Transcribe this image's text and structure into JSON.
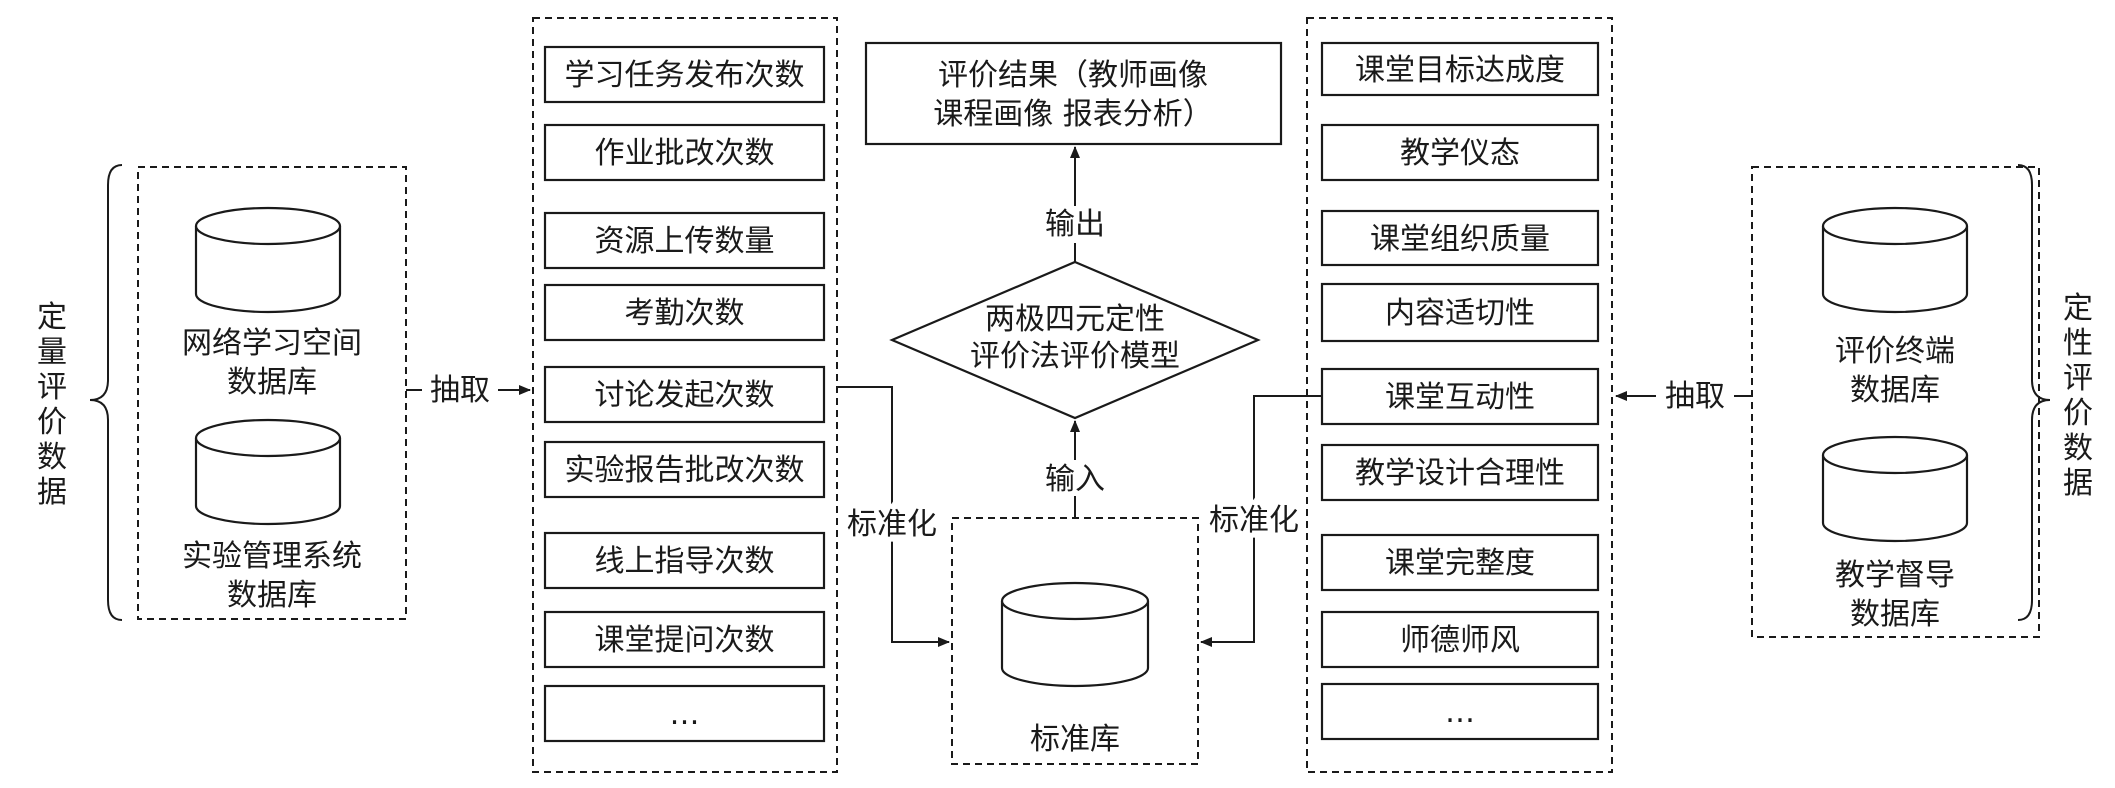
{
  "left_side": {
    "label_chars": [
      "定",
      "量",
      "评",
      "价",
      "数",
      "据"
    ],
    "databases": [
      {
        "lines": [
          "网络学习空间",
          "数据库"
        ]
      },
      {
        "lines": [
          "实验管理系统",
          "数据库"
        ]
      }
    ],
    "extract_label": "抽取"
  },
  "right_side": {
    "label_chars": [
      "定",
      "性",
      "评",
      "价",
      "数",
      "据"
    ],
    "databases": [
      {
        "lines": [
          "评价终端",
          "数据库"
        ]
      },
      {
        "lines": [
          "教学督导",
          "数据库"
        ]
      }
    ],
    "extract_label": "抽取"
  },
  "quantitative_items": [
    "学习任务发布次数",
    "作业批改次数",
    "资源上传数量",
    "考勤次数",
    "讨论发起次数",
    "实验报告批改次数",
    "线上指导次数",
    "课堂提问次数",
    "…"
  ],
  "qualitative_items": [
    "课堂目标达成度",
    "教学仪态",
    "课堂组织质量",
    "内容适切性",
    "课堂互动性",
    "教学设计合理性",
    "课堂完整度",
    "师德师风",
    "…"
  ],
  "center": {
    "result_lines": [
      "评价结果（教师画像",
      "课程画像  报表分析）"
    ],
    "output_label": "输出",
    "model_lines": [
      "两极四元定性",
      "评价法评价模型"
    ],
    "input_label": "输入",
    "standard_db_label": "标准库",
    "normalize_left": "标准化",
    "normalize_right": "标准化"
  }
}
